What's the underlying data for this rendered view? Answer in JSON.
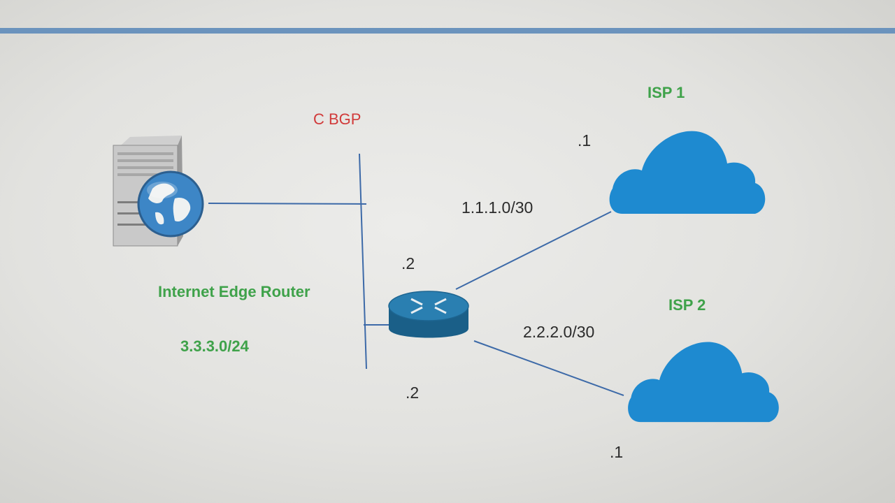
{
  "labels": {
    "cbgp": "C BGP",
    "isp1": "ISP 1",
    "isp2": "ISP 2",
    "edge_router": "Internet Edge Router",
    "lan_subnet": "3.3.3.0/24",
    "isp1_subnet": "1.1.1.0/30",
    "isp2_subnet": "2.2.2.0/30",
    "isp1_host": ".1",
    "isp2_host": ".1",
    "router_host_isp1": ".2",
    "router_host_isp2": ".2"
  },
  "icons": {
    "server": "server-globe-icon",
    "router": "router-icon",
    "isp1_cloud": "cloud-icon",
    "isp2_cloud": "cloud-icon"
  },
  "colors": {
    "rule": "#6b93bd",
    "wire": "#3d6aa8",
    "cloud": "#1e8ad0",
    "router": "#1f6d9a",
    "green_text": "#3fa24a",
    "red_text": "#d13a3a"
  }
}
